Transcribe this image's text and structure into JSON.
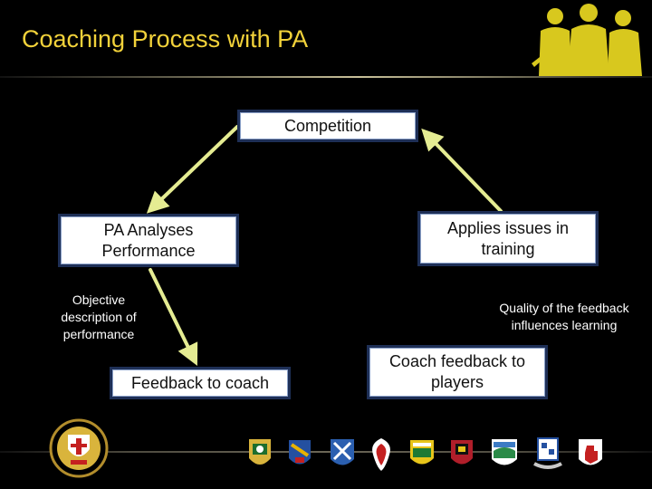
{
  "title": "Coaching Process with PA",
  "nodes": {
    "competition": "Competition",
    "pa_analyses": "PA Analyses Performance",
    "applies": "Applies issues in training",
    "feedback_coach": "Feedback to coach",
    "coach_feedback": "Coach feedback to players"
  },
  "notes": {
    "objective": "Objective description of performance",
    "quality": "Quality of the feedback influences learning"
  },
  "colors": {
    "title": "#f2d23a",
    "arrow": "#e5ec92",
    "box_border": "#1e2f56"
  },
  "icons": [
    "players-silhouette-icon",
    "ulster-crest-icon",
    "antrim-crest-icon",
    "armagh-crest-icon",
    "cavan-crest-icon",
    "derry-crest-icon",
    "donegal-crest-icon",
    "down-crest-icon",
    "fermanagh-crest-icon",
    "monaghan-crest-icon",
    "tyrone-crest-icon"
  ]
}
